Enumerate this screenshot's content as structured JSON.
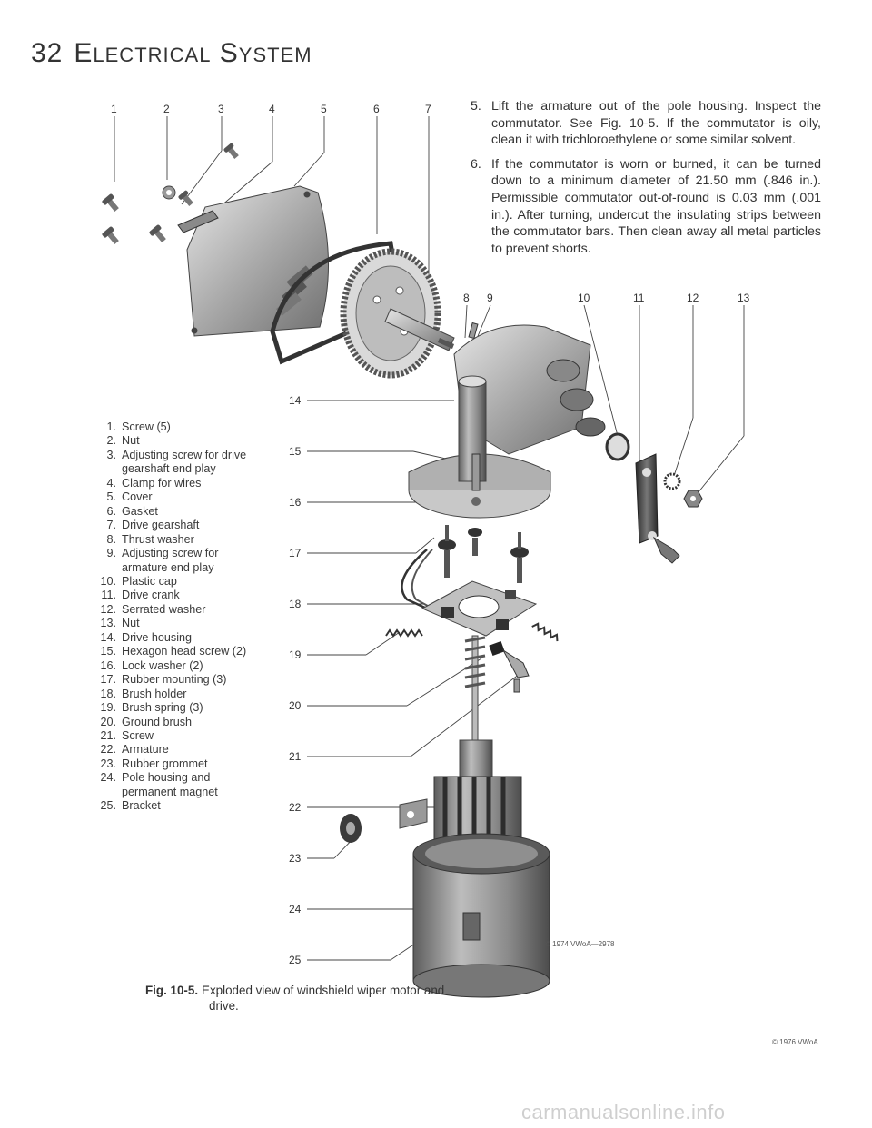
{
  "page": {
    "number": "32",
    "title_first_big": "E",
    "title_first_small": "LECTRICAL",
    "title_second_big": "S",
    "title_second_small": "YSTEM"
  },
  "steps": [
    {
      "num": "5.",
      "text": "Lift the armature out of the pole housing. Inspect the commutator. See Fig. 10-5. If the commutator is oily, clean it with trichloroethylene or some similar solvent."
    },
    {
      "num": "6.",
      "text": "If the commutator is worn or burned, it can be turned down to a minimum diameter of 21.50 mm (.846 in.). Permissible commutator out-of-round is 0.03 mm (.001 in.). After turning, undercut the insulating strips between the commutator bars. Then clean away all metal particles to prevent shorts."
    }
  ],
  "legend": [
    {
      "n": "1.",
      "label": "Screw (5)"
    },
    {
      "n": "2.",
      "label": "Nut"
    },
    {
      "n": "3.",
      "label": "Adjusting screw for drive gearshaft end play"
    },
    {
      "n": "4.",
      "label": "Clamp for wires"
    },
    {
      "n": "5.",
      "label": "Cover"
    },
    {
      "n": "6.",
      "label": "Gasket"
    },
    {
      "n": "7.",
      "label": "Drive gearshaft"
    },
    {
      "n": "8.",
      "label": "Thrust washer"
    },
    {
      "n": "9.",
      "label": "Adjusting screw for armature end play"
    },
    {
      "n": "10.",
      "label": "Plastic cap"
    },
    {
      "n": "11.",
      "label": "Drive crank"
    },
    {
      "n": "12.",
      "label": "Serrated washer"
    },
    {
      "n": "13.",
      "label": "Nut"
    },
    {
      "n": "14.",
      "label": "Drive housing"
    },
    {
      "n": "15.",
      "label": "Hexagon head screw (2)"
    },
    {
      "n": "16.",
      "label": "Lock washer (2)"
    },
    {
      "n": "17.",
      "label": "Rubber mounting (3)"
    },
    {
      "n": "18.",
      "label": "Brush holder"
    },
    {
      "n": "19.",
      "label": "Brush spring (3)"
    },
    {
      "n": "20.",
      "label": "Ground brush"
    },
    {
      "n": "21.",
      "label": "Screw"
    },
    {
      "n": "22.",
      "label": "Armature"
    },
    {
      "n": "23.",
      "label": "Rubber grommet"
    },
    {
      "n": "24.",
      "label": "Pole housing and permanent magnet"
    },
    {
      "n": "25.",
      "label": "Bracket"
    }
  ],
  "callouts": [
    "1",
    "2",
    "3",
    "4",
    "5",
    "6",
    "7",
    "8",
    "9",
    "10",
    "11",
    "12",
    "13",
    "14",
    "15",
    "16",
    "17",
    "18",
    "19",
    "20",
    "21",
    "22",
    "23",
    "24",
    "25"
  ],
  "figure": {
    "label": "Fig. 10-5.",
    "caption_line1": "Exploded view of windshield wiper motor and",
    "caption_line2": "drive.",
    "copyright_image": "© 1974 VWoA—2978"
  },
  "page_copyright": "© 1976 VWoA",
  "watermark": "carmanualsonline.info"
}
